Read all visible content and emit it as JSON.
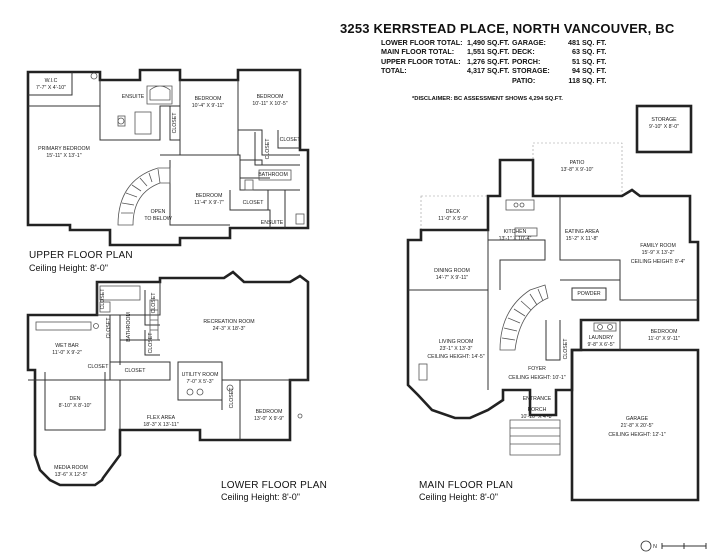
{
  "header": {
    "title": "3253 KERRSTEAD PLACE, NORTH VANCOUVER, BC"
  },
  "area_left": [
    {
      "label": "LOWER FLOOR TOTAL:",
      "value": "1,490 SQ.FT."
    },
    {
      "label": "MAIN FLOOR TOTAL:",
      "value": "1,551 SQ.FT."
    },
    {
      "label": "UPPER FLOOR TOTAL:",
      "value": "1,276 SQ.FT."
    },
    {
      "label": "TOTAL:",
      "value": "4,317 SQ.FT."
    }
  ],
  "area_right": [
    {
      "label": "GARAGE:",
      "value": "481 SQ. FT."
    },
    {
      "label": "DECK:",
      "value": "63 SQ. FT."
    },
    {
      "label": "PORCH:",
      "value": "51 SQ. FT."
    },
    {
      "label": "STORAGE:",
      "value": "94 SQ. FT."
    },
    {
      "label": "PATIO:",
      "value": "118 SQ. FT."
    }
  ],
  "disclaimer": "*DISCLAIMER: BC ASSESSMENT SHOWS 4,294 SQ.FT.",
  "upper": {
    "title": "UPPER FLOOR PLAN",
    "ceiling": "Ceiling Height: 8'-0\"",
    "rooms": {
      "wic_name": "W.I.C",
      "wic_dim": "7'-7\" X 4'-10\"",
      "ensuite1": "ENSUITE",
      "bedroom1_name": "BEDROOM",
      "bedroom1_dim": "10'-4\" X 9'-11\"",
      "bedroom2_name": "BEDROOM",
      "bedroom2_dim": "10'-11\" X 10'-5\"",
      "primary_name": "PRIMARY BEDROOM",
      "primary_dim": "15'-11\" X 13'-1\"",
      "closet1": "CLOSET",
      "closet2": "CLOSET",
      "closet3": "CLOSET",
      "closet4": "CLOSET",
      "bathroom": "BATHROOM",
      "bedroom3_name": "BEDROOM",
      "bedroom3_dim": "11'-4\" X 9'-7\"",
      "open_line1": "OPEN",
      "open_line2": "TO BELOW",
      "ensuite2": "ENSUITE"
    }
  },
  "lower": {
    "title": "LOWER FLOOR PLAN",
    "ceiling": "Ceiling Height: 8'-0\"",
    "rooms": {
      "closet_a": "CLOSET",
      "bathroom": "BATHROOM",
      "closet_b": "CLOSET",
      "closet_c": "CLOSET",
      "rec_name": "RECREATION ROOM",
      "rec_dim": "24'-3\" X 18'-3\"",
      "wetbar_name": "WET BAR",
      "wetbar_dim": "11'-0\" X 9'-2\"",
      "closet_d": "CLOSET",
      "closet_e": "CLOSET",
      "utility_name": "UTILITY ROOM",
      "utility_dim": "7'-0\" X 5'-3\"",
      "den_name": "DEN",
      "den_dim": "8'-10\" X 8'-10\"",
      "closet_f": "CLOSET",
      "bedroom_name": "BEDROOM",
      "bedroom_dim": "13'-0\" X 9'-9\"",
      "flex_name": "FLEX AREA",
      "flex_dim": "18'-3\" X 13'-11\"",
      "media_name": "MEDIA ROOM",
      "media_dim": "13'-6\" X 12'-5\""
    }
  },
  "main": {
    "title": "MAIN FLOOR PLAN",
    "ceiling": "Ceiling Height: 8'-0\"",
    "rooms": {
      "storage_name": "STORAGE",
      "storage_dim": "9'-10\" X 8'-0\"",
      "patio_name": "PATIO",
      "patio_dim": "13'-8\" X 9'-10\"",
      "deck_name": "DECK",
      "deck_dim": "11'-0\" X 5'-9\"",
      "kitchen_name": "KITCHEN",
      "kitchen_dim": "13'-1\" X 10'-4\"",
      "eating_name": "EATING AREA",
      "eating_dim": "15'-2\" X 11'-8\"",
      "family_name": "FAMILY ROOM",
      "family_dim": "15'-9\" X 13'-2\"",
      "family_ceiling": "CEILING HEIGHT: 8'-4\"",
      "dining_name": "DINING ROOM",
      "dining_dim": "14'-7\" X 9'-11\"",
      "powder": "POWDER",
      "living_name": "LIVING ROOM",
      "living_dim": "23'-1\" X 13'-3\"",
      "living_ceiling": "CEILING HEIGHT: 14'-5\"",
      "laundry_name": "LAUNDRY",
      "laundry_dim": "9'-8\" X 6'-5\"",
      "bedroom_name": "BEDROOM",
      "bedroom_dim": "11'-0\" X 9'-11\"",
      "closet": "CLOSET",
      "foyer_name": "FOYER",
      "foyer_ceiling": "CEILING HEIGHT: 10'-1\"",
      "entrance": "ENTRANCE",
      "porch_name": "PORCH",
      "porch_dim": "10'-10\" X 4'-8\"",
      "garage_name": "GARAGE",
      "garage_dim": "21'-8\" X 20'-5\"",
      "garage_ceiling": "CEILING HEIGHT: 12'-1\""
    }
  },
  "compass": {
    "label": "N"
  }
}
